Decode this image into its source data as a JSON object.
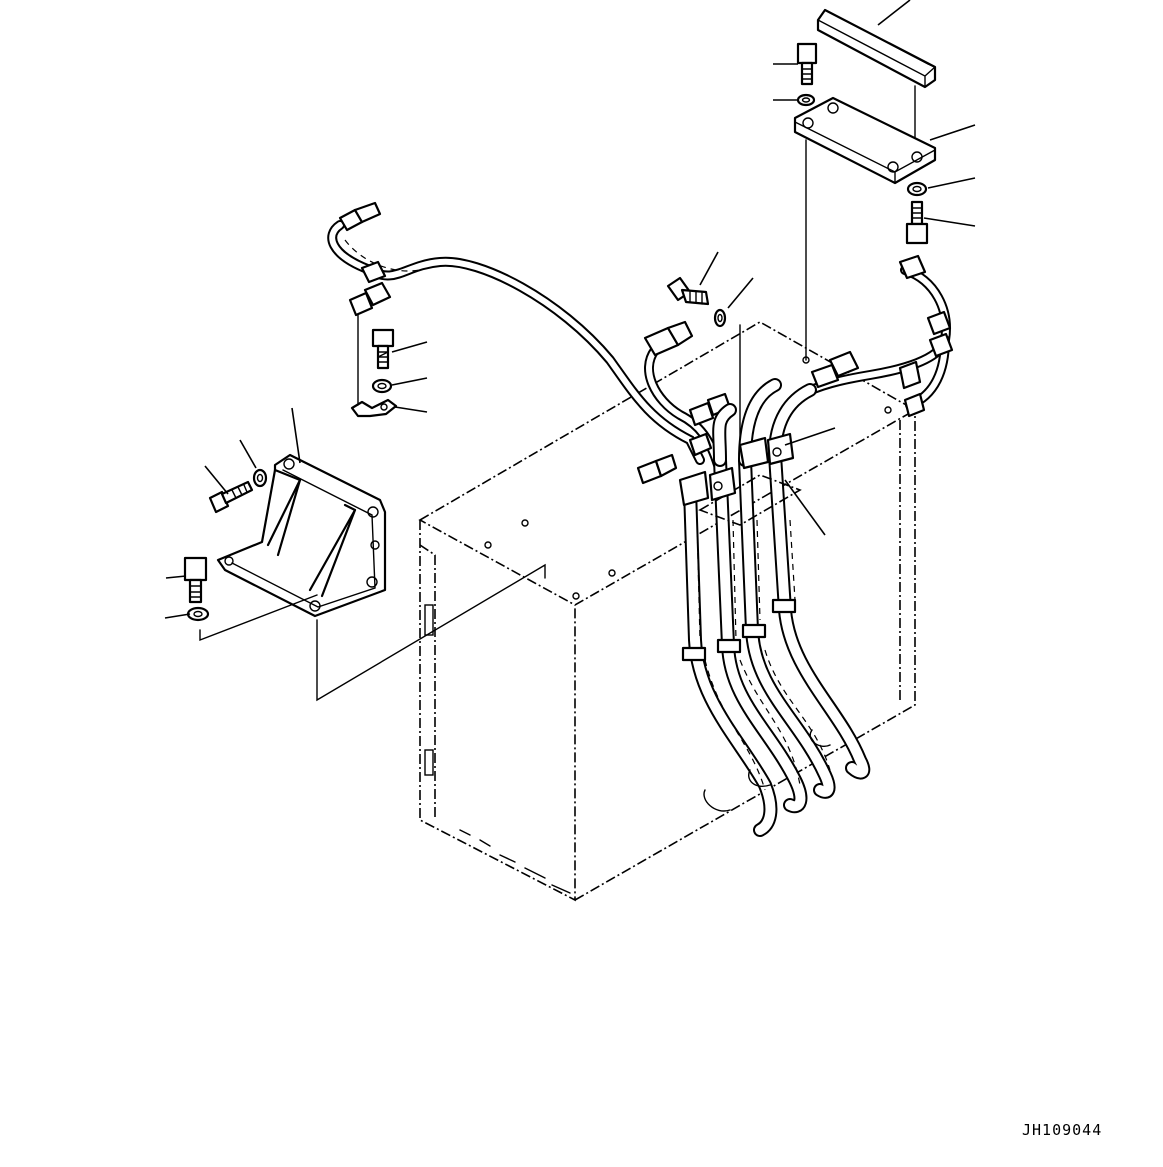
{
  "drawing": {
    "code": "JH109044",
    "line_color": "#000000",
    "background": "#ffffff"
  },
  "parts": [
    {
      "name": "spacer-bar"
    },
    {
      "name": "mounting-plate"
    },
    {
      "name": "bracket"
    },
    {
      "name": "bolt"
    },
    {
      "name": "washer"
    },
    {
      "name": "hose-clamp"
    },
    {
      "name": "wiring-harness"
    },
    {
      "name": "hose-bundle"
    },
    {
      "name": "component-box"
    }
  ]
}
